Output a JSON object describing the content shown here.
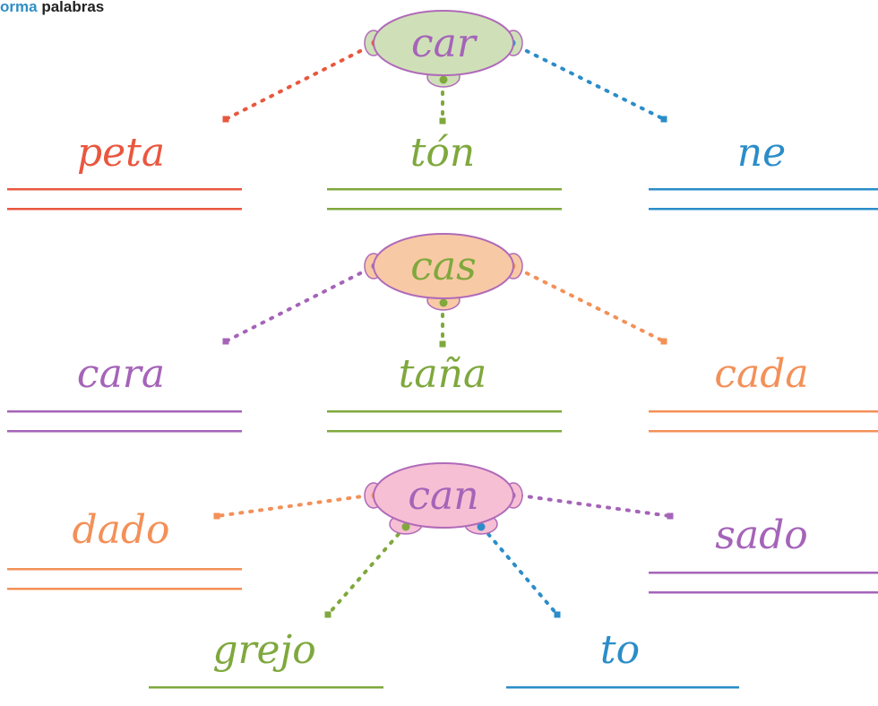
{
  "header": {
    "accent": "orma",
    "rest": "palabras"
  },
  "colors": {
    "red": "#e9573f",
    "green": "#7fa83d",
    "blue": "#2b8dc8",
    "purple": "#a564b8",
    "orange": "#f39058",
    "pink": "#e87aa0"
  },
  "groups": [
    {
      "syllable": "car",
      "syllable_color": "purple",
      "bubble_fill": "#cfe0b8",
      "words": [
        {
          "text": "peta",
          "color": "red"
        },
        {
          "text": "tón",
          "color": "green"
        },
        {
          "text": "ne",
          "color": "blue"
        }
      ]
    },
    {
      "syllable": "cas",
      "syllable_color": "green",
      "bubble_fill": "#f8c9a5",
      "words": [
        {
          "text": "cara",
          "color": "purple"
        },
        {
          "text": "taña",
          "color": "green"
        },
        {
          "text": "cada",
          "color": "orange"
        }
      ]
    },
    {
      "syllable": "can",
      "syllable_color": "purple",
      "bubble_fill": "#f6bfd4",
      "words": [
        {
          "text": "dado",
          "color": "orange"
        },
        {
          "text": "sado",
          "color": "purple"
        },
        {
          "text": "grejo",
          "color": "green"
        },
        {
          "text": "to",
          "color": "blue"
        }
      ]
    }
  ]
}
